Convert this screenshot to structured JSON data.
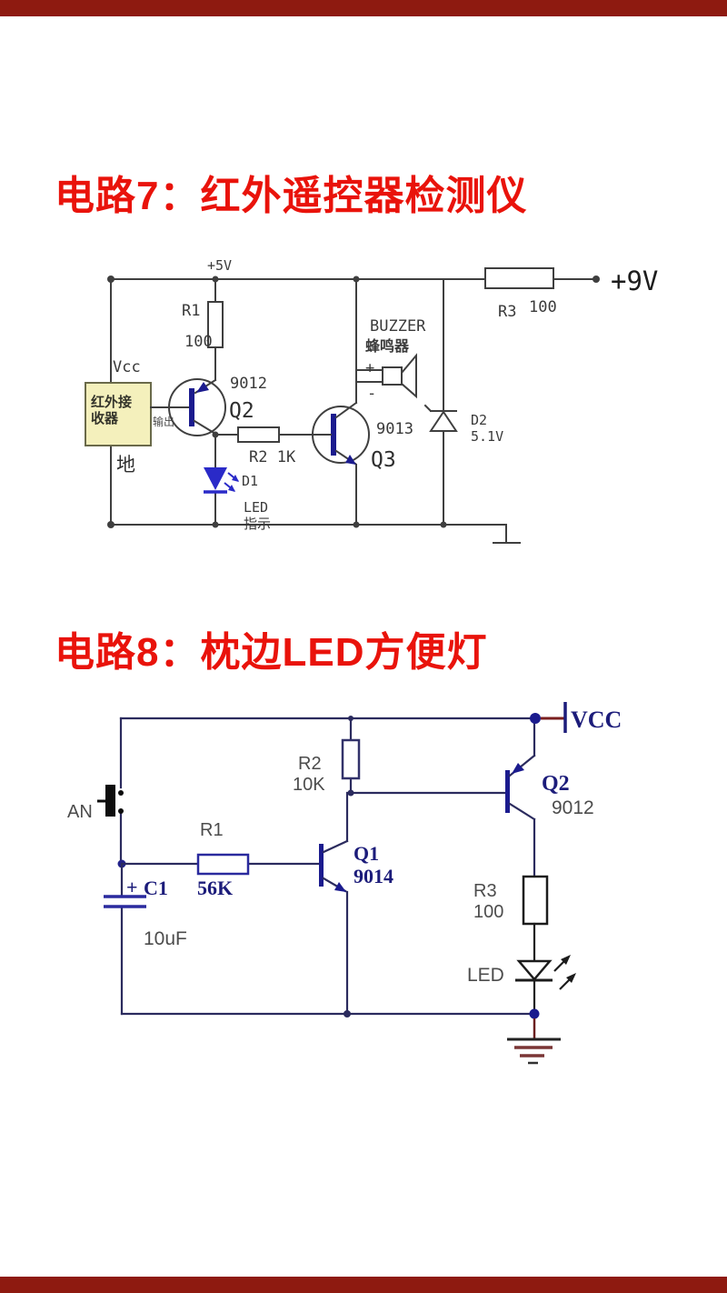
{
  "colors": {
    "edge_bar_maroon": "#8e1a10",
    "title_red": "#e9130b",
    "schematic_navy": "#1b1b8e",
    "led_blue": "#2a2ac8",
    "receiver_box_yellow": "#f4f0bc"
  },
  "c7": {
    "title": "电路7：红外遥控器检测仪",
    "labels": {
      "v5": "+5V",
      "r1_name": "R1",
      "r1_value": "100",
      "vcc": "Vcc",
      "box_line1": "红外接",
      "box_line2": "收器",
      "output": "输出",
      "ground": "地",
      "q2_type": "9012",
      "q2_name": "Q2",
      "r2_label": "R2 1K",
      "q3_type": "9013",
      "q3_name": "Q3",
      "d1_name": "D1",
      "d1_line1": "LED",
      "d1_line2": "指示",
      "buzzer_en": "BUZZER",
      "buzzer_zh": "蜂鸣器",
      "buzzer_plus": "+",
      "buzzer_minus": "-",
      "d2_name": "D2",
      "d2_value": "5.1V",
      "r3_name": "R3",
      "r3_value": "100",
      "v9": "+9V"
    }
  },
  "c8": {
    "title": "电路8：枕边LED方便灯",
    "labels": {
      "vcc": "VCC",
      "an": "AN",
      "r1_name": "R1",
      "r1_value": "56K",
      "c1_plus": "+",
      "c1_name": "C1",
      "c1_value": "10uF",
      "r2_name": "R2",
      "r2_value": "10K",
      "q1_name": "Q1",
      "q1_type": "9014",
      "q2_name": "Q2",
      "q2_type": "9012",
      "r3_name": "R3",
      "r3_value": "100",
      "led": "LED"
    }
  }
}
